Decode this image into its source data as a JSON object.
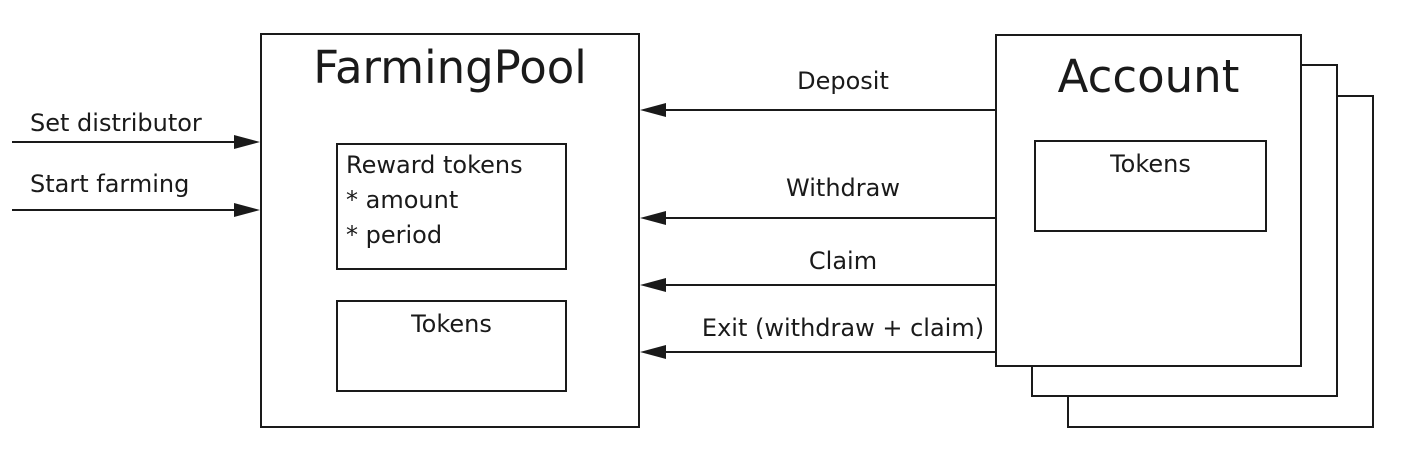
{
  "diagram": {
    "farming_pool": {
      "title": "FarmingPool",
      "reward_box": {
        "lines": [
          "Reward tokens",
          "* amount",
          "* period"
        ]
      },
      "tokens_box": {
        "label": "Tokens"
      }
    },
    "account": {
      "title": "Account",
      "tokens_box": {
        "label": "Tokens"
      },
      "stack_layers": 3
    },
    "left_arrows": [
      {
        "label": "Set distributor",
        "direction": "into-farming-pool"
      },
      {
        "label": "Start farming",
        "direction": "into-farming-pool"
      }
    ],
    "right_arrows": [
      {
        "label": "Deposit",
        "direction": "account-to-farming-pool"
      },
      {
        "label": "Withdraw",
        "direction": "account-to-farming-pool"
      },
      {
        "label": "Claim",
        "direction": "account-to-farming-pool"
      },
      {
        "label": "Exit (withdraw + claim)",
        "direction": "account-to-farming-pool"
      }
    ],
    "colors": {
      "stroke": "#1a1a1a",
      "background": "#ffffff"
    }
  }
}
